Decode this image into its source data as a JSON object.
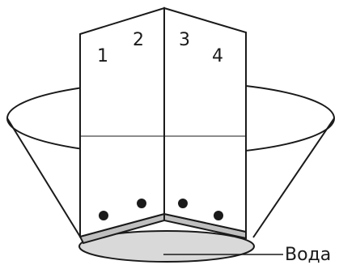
{
  "labels": {
    "sector_1": "1",
    "sector_2": "2",
    "sector_3": "3",
    "sector_4": "4",
    "water": "Вода"
  },
  "colors": {
    "line": "#1a1a1a",
    "water_fill": "#d9d9d9",
    "dot": "#1a1a1a"
  }
}
